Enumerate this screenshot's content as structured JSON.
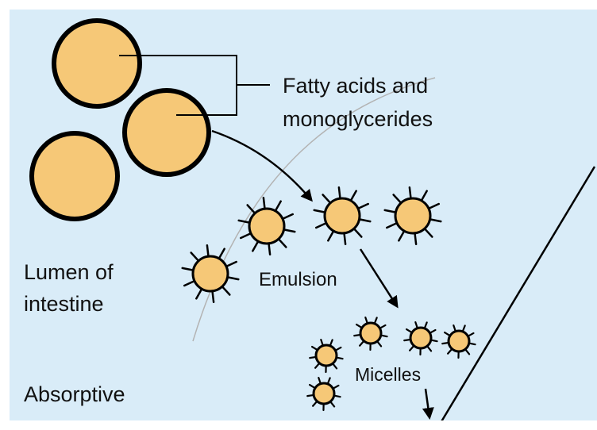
{
  "labels": {
    "fatty_acids_line1": "Fatty acids and",
    "fatty_acids_line2": "monoglycerides",
    "lumen_line1": "Lumen of",
    "lumen_line2": "intestine",
    "emulsion": "Emulsion",
    "micelles": "Micelles",
    "absorptive_line1": "Absorptive"
  },
  "colors": {
    "lumen_background": "#d9ecf8",
    "droplet_fill": "#f6c877",
    "outline": "#000000",
    "faint_curve": "#b3b3b3"
  }
}
